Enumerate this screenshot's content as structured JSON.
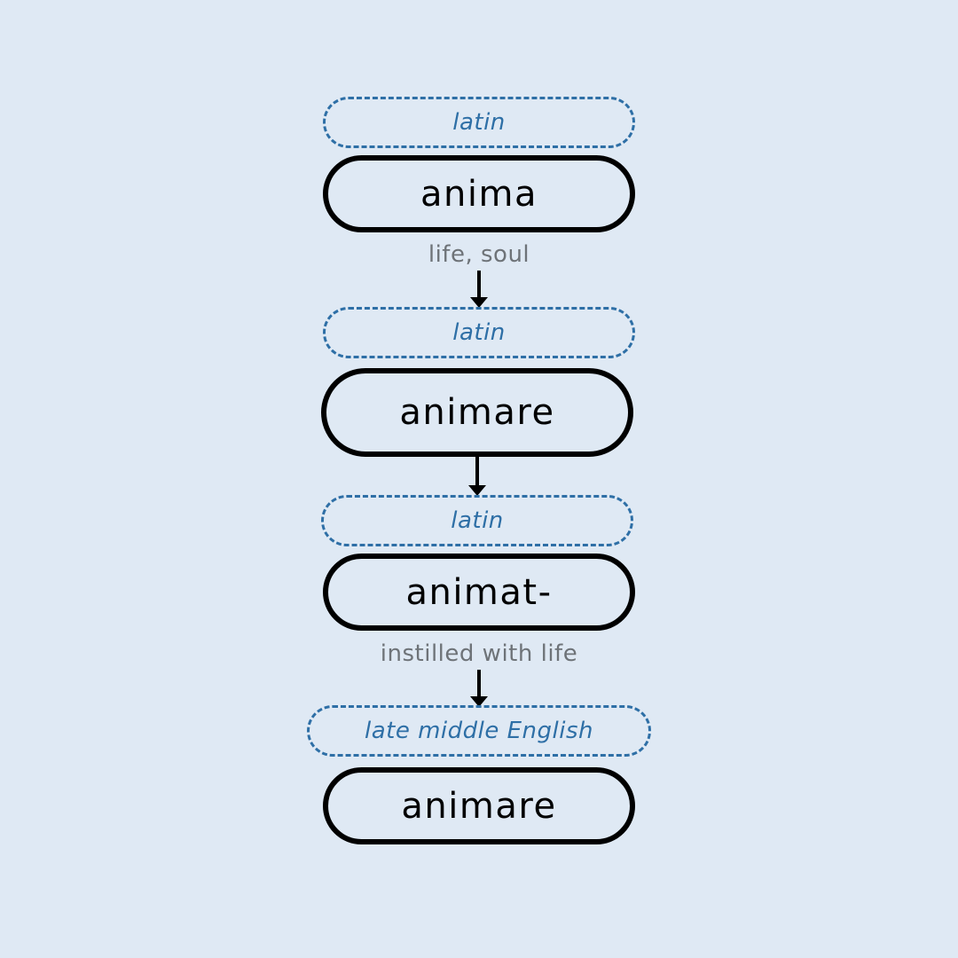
{
  "stages": [
    {
      "language": "latin",
      "word": "anima",
      "meaning": "life, soul"
    },
    {
      "language": "latin",
      "word": "animare",
      "meaning": ""
    },
    {
      "language": "latin",
      "word": "animat-",
      "meaning": "instilled with life"
    },
    {
      "language": "late middle English",
      "word": "animare",
      "meaning": ""
    }
  ],
  "colors": {
    "background": "#dfe9f4",
    "language_accent": "#2e6fa6",
    "word_border": "#000000",
    "meaning_text": "#6e7378"
  }
}
